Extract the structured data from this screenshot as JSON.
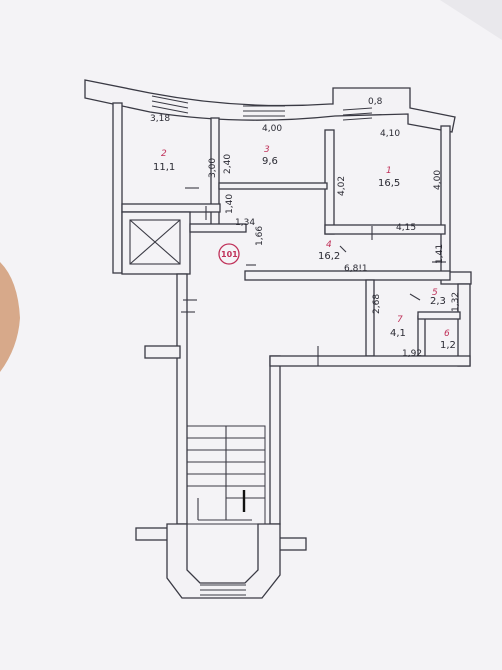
{
  "plan": {
    "apartment_number": "101",
    "rooms": [
      {
        "number": "1",
        "area": "16,5"
      },
      {
        "number": "2",
        "area": "11,1"
      },
      {
        "number": "3",
        "area": "9,6"
      },
      {
        "number": "4",
        "area": "16,2"
      },
      {
        "number": "5",
        "area": "2,3"
      },
      {
        "number": "6",
        "area": "1,2"
      },
      {
        "number": "7",
        "area": "4,1"
      }
    ],
    "dimensions": {
      "d_3_18": "3,18",
      "d_4_00_top": "4,00",
      "d_4_10": "4,10",
      "d_0_8": "0,8",
      "d_3_00": "3,00",
      "d_2_40": "2,40",
      "d_4_02": "4,02",
      "d_4_00_right": "4,00",
      "d_1_40": "1,40",
      "d_1_34": "1,34",
      "d_1_66": "1,66",
      "d_4_15": "4,15",
      "d_1_41": "1,41",
      "d_6_81": "6,8!1",
      "d_2_68": "2,68",
      "d_1_32": "1,32",
      "d_1_92": "1,92"
    }
  },
  "colors": {
    "paper": "#f4f3f6",
    "ink": "#3a3a44",
    "red_ink": "#c0325a"
  }
}
